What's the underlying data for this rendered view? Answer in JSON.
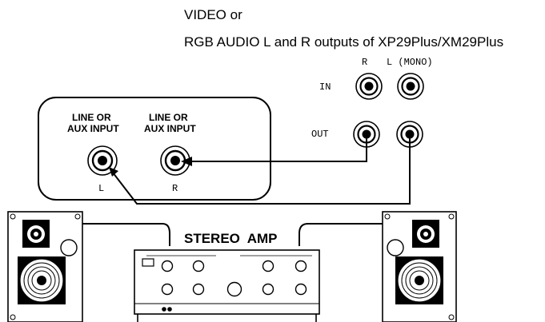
{
  "header": {
    "line1": "VIDEO or",
    "line2": "RGB AUDIO L and R outputs of XP29Plus/XM29Plus"
  },
  "output_panel": {
    "col_r": "R",
    "col_l": "L (MONO)",
    "row_in": "IN",
    "row_out": "OUT"
  },
  "input_box": {
    "left_label_1": "LINE OR",
    "left_label_2": "AUX INPUT",
    "left_channel": "L",
    "right_label_1": "LINE OR",
    "right_label_2": "AUX INPUT",
    "right_channel": "R"
  },
  "amp": {
    "title": "STEREO  AMP"
  }
}
